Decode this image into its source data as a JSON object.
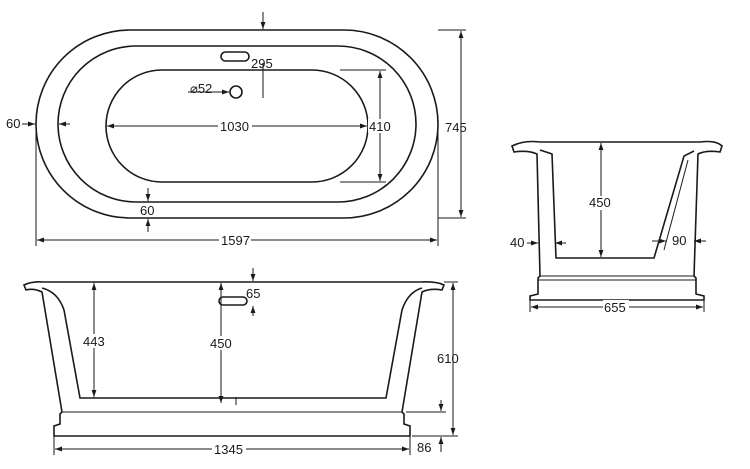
{
  "top_view": {
    "overall_length": "1597",
    "overall_width": "745",
    "inner_length": "1030",
    "inner_width": "410",
    "rim_side": "60",
    "rim_front": "60",
    "drain_diameter": "⌀52",
    "overflow_offset": "295"
  },
  "side_view": {
    "base_length": "1345",
    "total_height": "610",
    "depth_left": "443",
    "depth_center": "450",
    "overflow_height": "65",
    "base_height": "86"
  },
  "end_view": {
    "depth": "450",
    "base_width": "655",
    "rim_left": "40",
    "rim_right": "90"
  }
}
